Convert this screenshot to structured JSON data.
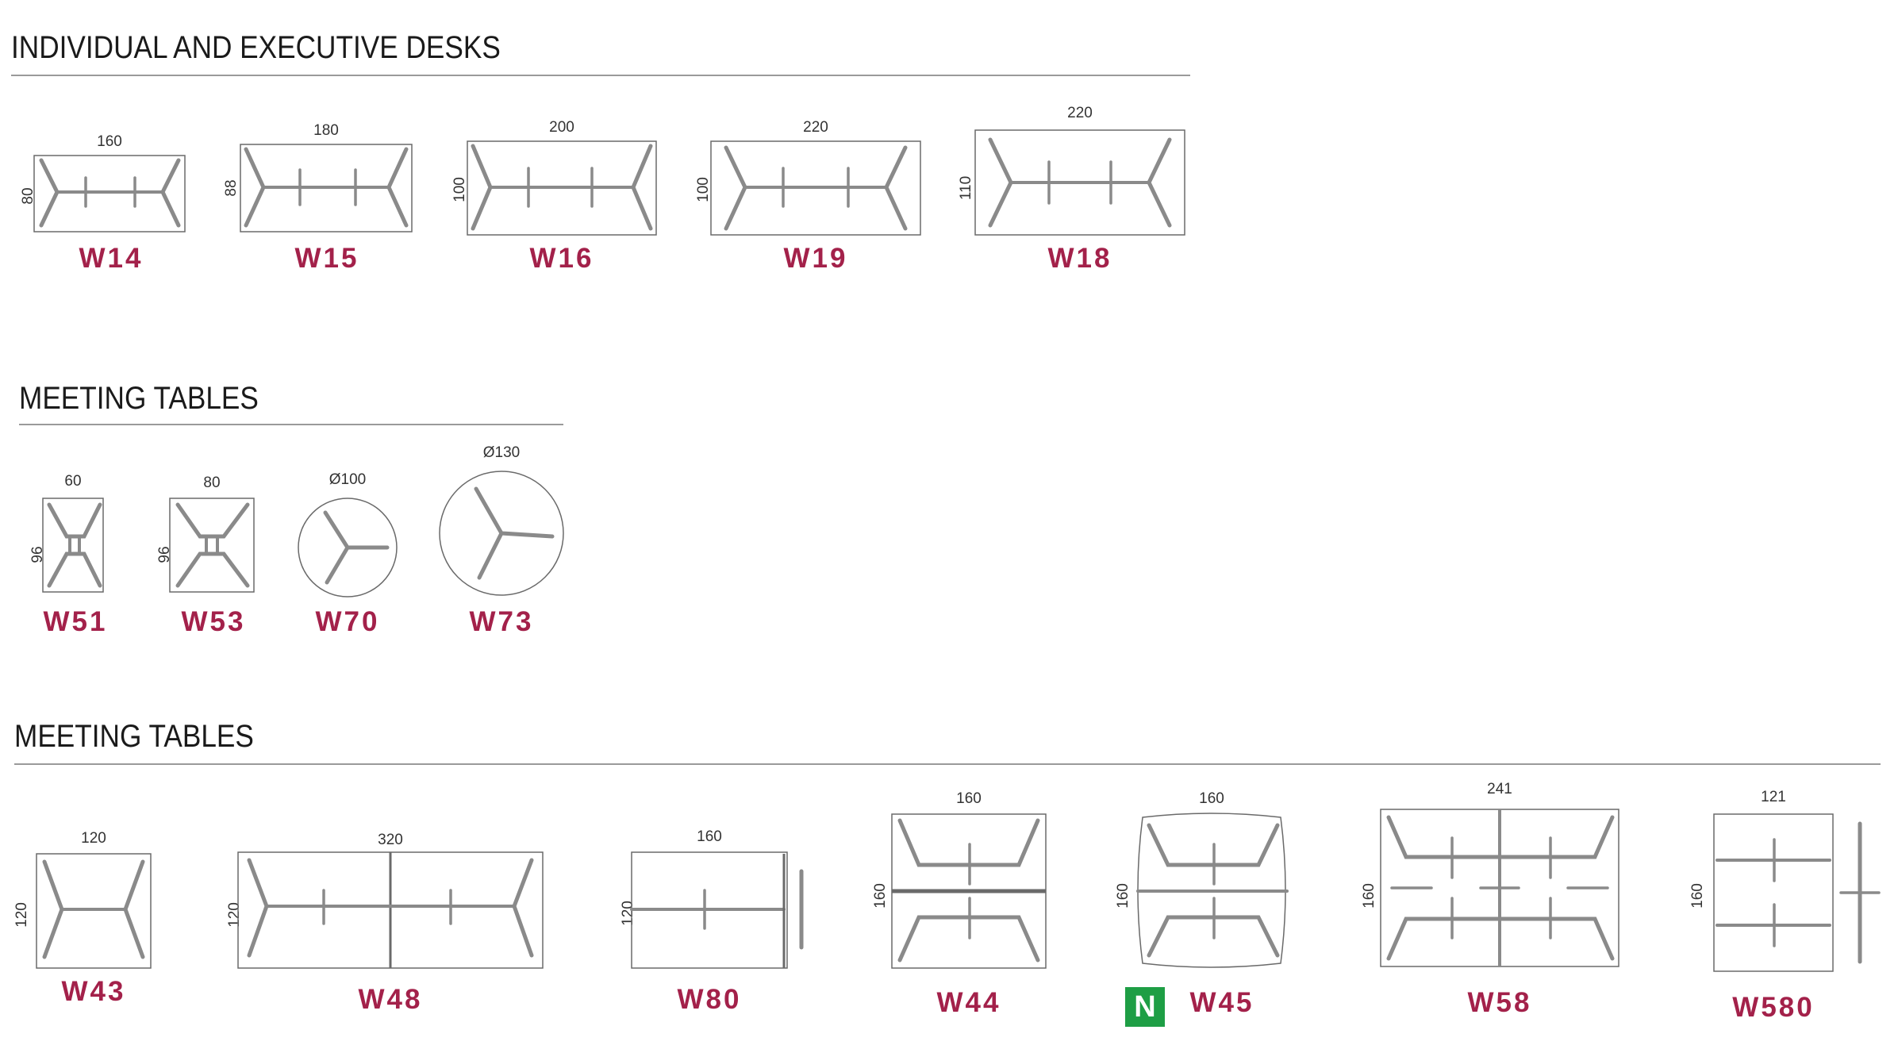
{
  "sections": [
    {
      "title": "INDIVIDUAL AND EXECUTIVE DESKS"
    },
    {
      "title": "MEETING TABLES"
    },
    {
      "title": "MEETING TABLES"
    }
  ],
  "products": {
    "w14": {
      "code": "W14",
      "width": "160",
      "depth": "80"
    },
    "w15": {
      "code": "W15",
      "width": "180",
      "depth": "88"
    },
    "w16": {
      "code": "W16",
      "width": "200",
      "depth": "100"
    },
    "w19": {
      "code": "W19",
      "width": "220",
      "depth": "100"
    },
    "w18": {
      "code": "W18",
      "width": "220",
      "depth": "110"
    },
    "w51": {
      "code": "W51",
      "width": "60",
      "depth": "96"
    },
    "w53": {
      "code": "W53",
      "width": "80",
      "depth": "96"
    },
    "w70": {
      "code": "W70",
      "width": "Ø100"
    },
    "w73": {
      "code": "W73",
      "width": "Ø130"
    },
    "w43": {
      "code": "W43",
      "width": "120",
      "depth": "120"
    },
    "w48": {
      "code": "W48",
      "width": "320",
      "depth": "120"
    },
    "w80": {
      "code": "W80",
      "width": "160",
      "depth": "120"
    },
    "w44": {
      "code": "W44",
      "width": "160",
      "depth": "160"
    },
    "w45": {
      "code": "W45",
      "width": "160",
      "depth": "160",
      "badge": "N"
    },
    "w58": {
      "code": "W58",
      "width": "241",
      "depth": "160"
    },
    "w580": {
      "code": "W580",
      "width": "121",
      "depth": "160"
    }
  },
  "colors": {
    "code": "#a3214a",
    "badge": "#1e9e45",
    "rule": "#9a9a9a",
    "frame": "#8a8a8a"
  }
}
